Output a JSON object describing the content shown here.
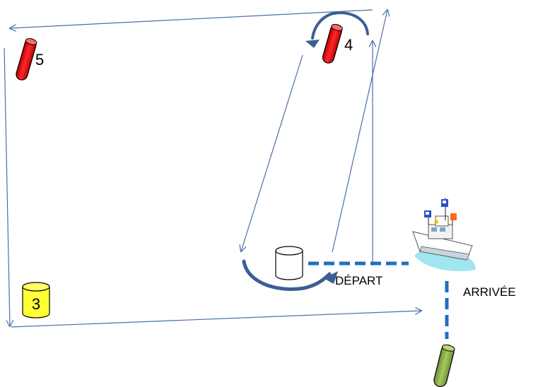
{
  "marks": {
    "buoy_5": "5",
    "buoy_4": "4",
    "buoy_3": "3"
  },
  "labels": {
    "start": "DÉPART",
    "finish": "ARRIVÉE"
  },
  "colors": {
    "route_line": "#4a6fa8",
    "turn_arrow": "#3b5f95",
    "line_dashes": "#1f6fbf",
    "red_buoy": "#e01818",
    "yellow_buoy": "#ffff33",
    "green_buoy": "#8db04a"
  },
  "icons": {
    "committee_boat": "committee-boat-icon",
    "start_buoy": "start-buoy-icon"
  }
}
